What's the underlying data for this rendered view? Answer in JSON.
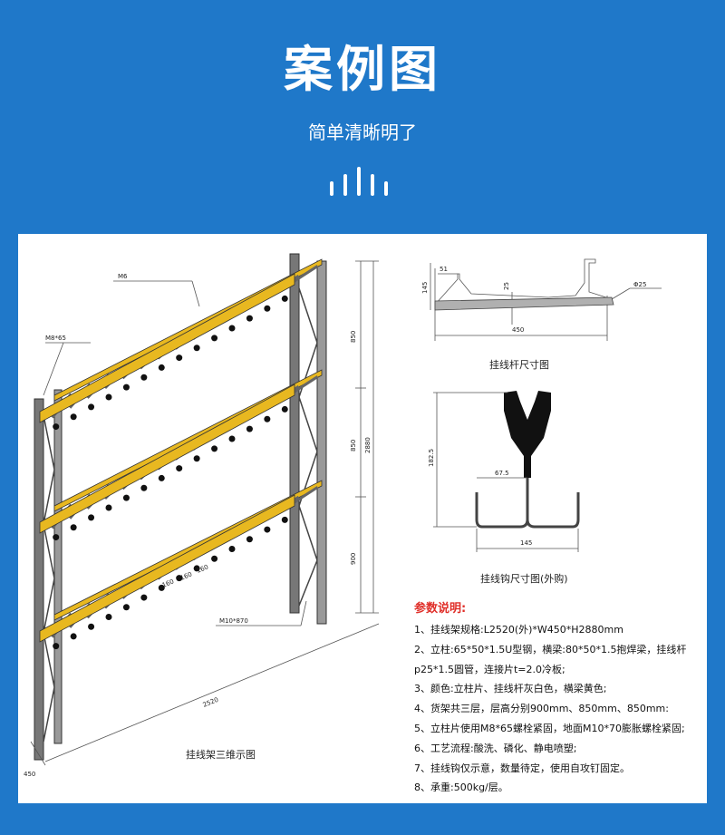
{
  "header": {
    "title": "案例图",
    "subtitle": "简单清晰明了"
  },
  "drawings": {
    "rack_caption": "挂线架三维示图",
    "rod_caption": "挂线杆尺寸图",
    "hook_caption": "挂线钩尺寸图(外购)",
    "rack_labels": {
      "m6": "M6",
      "m8": "M8*65",
      "m10": "M10*870",
      "h850a": "850",
      "h850b": "850",
      "h900": "900",
      "h2880": "2880",
      "l2520": "2520",
      "w450": "450",
      "s160a": "160",
      "s160b": "160",
      "s160c": "160"
    },
    "rod_labels": {
      "d51": "51",
      "d145": "145",
      "d25": "25",
      "d450": "450",
      "phi25": "Φ25"
    },
    "hook_labels": {
      "h182": "182.5",
      "w67": "67.5",
      "w145": "145"
    }
  },
  "params": {
    "title": "参数说明:",
    "items": [
      "1、挂线架规格:L2520(外)*W450*H2880mm",
      "2、立柱:65*50*1.5U型钢，横梁:80*50*1.5抱焊梁，挂线杆",
      "p25*1.5圆管，连接片t=2.0冷板;",
      "3、颜色:立柱片、挂线杆灰白色，横梁黄色;",
      "4、货架共三层，层高分别900mm、850mm、850mm:",
      "5、立柱片使用M8*65螺栓紧固，地面M10*70膨胀螺栓紧固;",
      "6、工艺流程:酸洗、磷化、静电喷塑;",
      "7、挂线钩仅示意，数量待定，使用自攻钉固定。",
      "8、承重:500kg/层。"
    ]
  },
  "colors": {
    "background": "#1f78c9",
    "beam": "#e8b820",
    "accent_red": "#e0302a"
  }
}
